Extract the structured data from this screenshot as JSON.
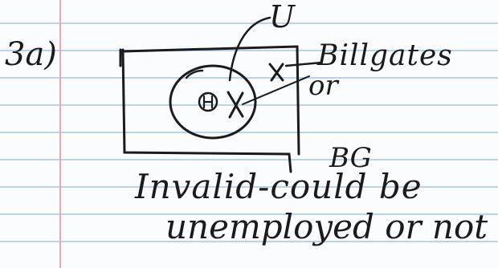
{
  "question_label": "3a)",
  "diagram": {
    "universe_label": "U",
    "inner_mark_h": "H",
    "inner_cross": "X",
    "outer_cross": "X",
    "bill_gates_label": "Billgates",
    "or_label": "or",
    "bg_label": "BG"
  },
  "answer": {
    "line1": "Invalid-could be",
    "line2": "unemployed or not"
  }
}
